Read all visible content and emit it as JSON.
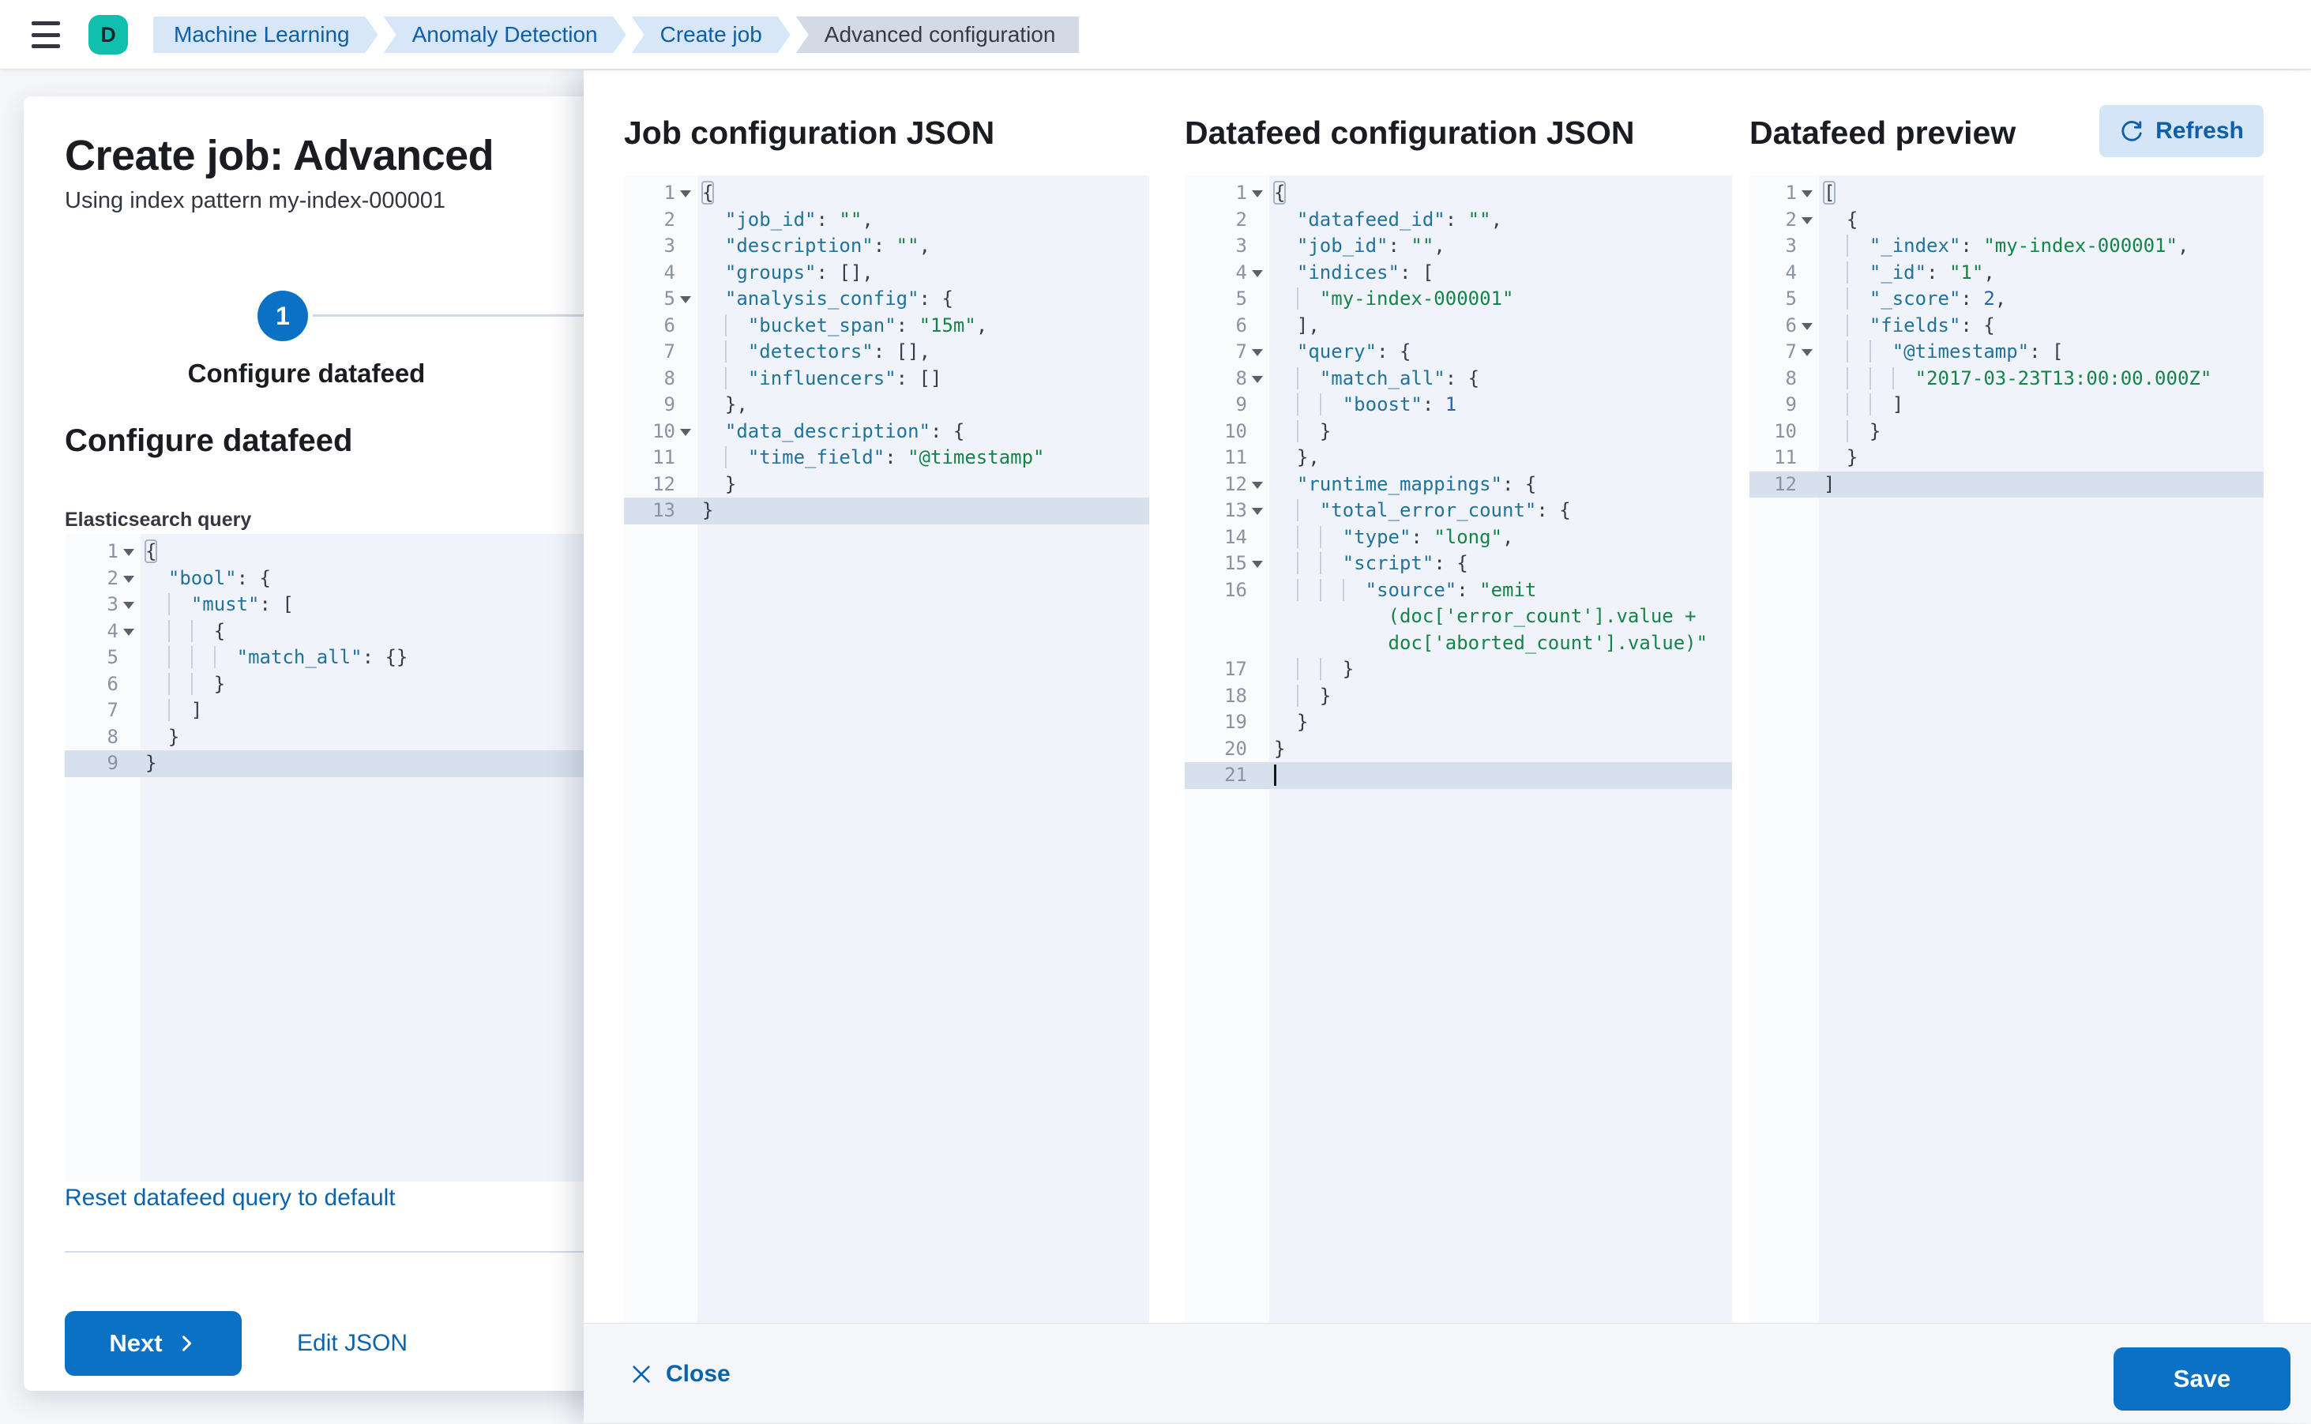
{
  "topbar": {
    "avatar": "D",
    "breadcrumbs": [
      {
        "label": "Machine Learning"
      },
      {
        "label": "Anomaly Detection"
      },
      {
        "label": "Create job"
      },
      {
        "label": "Advanced configuration"
      }
    ]
  },
  "wizard": {
    "title": "Create job: Advanced",
    "subtitle": "Using index pattern my-index-000001",
    "step": {
      "number": "1",
      "label": "Configure datafeed"
    },
    "section_heading": "Configure datafeed",
    "query_label": "Elasticsearch query",
    "reset_link": "Reset datafeed query to default",
    "next_label": "Next",
    "edit_json_label": "Edit JSON"
  },
  "flyout": {
    "panel1_title": "Job configuration JSON",
    "panel2_title": "Datafeed configuration JSON",
    "panel3_title": "Datafeed preview",
    "refresh_label": "Refresh",
    "close_label": "Close",
    "save_label": "Save"
  },
  "colors": {
    "primary": "#0b71c4",
    "link": "#0a64ad",
    "string_token": "#148449",
    "key_token": "#20739c",
    "avatar": "#10bfae"
  },
  "editors": {
    "es_query": {
      "active": 9,
      "lines": [
        [
          1,
          1,
          [
            [
              "b",
              "{"
            ]
          ]
        ],
        [
          2,
          1,
          [
            [
              "i",
              "  "
            ],
            [
              "k",
              "\"bool\""
            ],
            [
              "p",
              ": {"
            ]
          ]
        ],
        [
          3,
          1,
          [
            [
              "i",
              "  "
            ],
            [
              "g",
              "  "
            ],
            [
              "k",
              "\"must\""
            ],
            [
              "p",
              ": ["
            ]
          ]
        ],
        [
          4,
          1,
          [
            [
              "i",
              "  "
            ],
            [
              "g",
              "  "
            ],
            [
              "g",
              "  "
            ],
            [
              "p",
              "{"
            ]
          ]
        ],
        [
          5,
          0,
          [
            [
              "i",
              "  "
            ],
            [
              "g",
              "  "
            ],
            [
              "g",
              "  "
            ],
            [
              "g",
              "  "
            ],
            [
              "k",
              "\"match_all\""
            ],
            [
              "p",
              ": {}"
            ]
          ]
        ],
        [
          6,
          0,
          [
            [
              "i",
              "  "
            ],
            [
              "g",
              "  "
            ],
            [
              "g",
              "  "
            ],
            [
              "p",
              "}"
            ]
          ]
        ],
        [
          7,
          0,
          [
            [
              "i",
              "  "
            ],
            [
              "g",
              "  "
            ],
            [
              "p",
              "]"
            ]
          ]
        ],
        [
          8,
          0,
          [
            [
              "i",
              "  "
            ],
            [
              "p",
              "}"
            ]
          ]
        ],
        [
          9,
          0,
          [
            [
              "p",
              "}"
            ]
          ]
        ]
      ]
    },
    "job_config": {
      "active": 13,
      "lines": [
        [
          1,
          1,
          [
            [
              "b",
              "{"
            ]
          ]
        ],
        [
          2,
          0,
          [
            [
              "i",
              "  "
            ],
            [
              "k",
              "\"job_id\""
            ],
            [
              "p",
              ": "
            ],
            [
              "s",
              "\"\""
            ],
            [
              "p",
              ","
            ]
          ]
        ],
        [
          3,
          0,
          [
            [
              "i",
              "  "
            ],
            [
              "k",
              "\"description\""
            ],
            [
              "p",
              ": "
            ],
            [
              "s",
              "\"\""
            ],
            [
              "p",
              ","
            ]
          ]
        ],
        [
          4,
          0,
          [
            [
              "i",
              "  "
            ],
            [
              "k",
              "\"groups\""
            ],
            [
              "p",
              ": [],"
            ]
          ]
        ],
        [
          5,
          1,
          [
            [
              "i",
              "  "
            ],
            [
              "k",
              "\"analysis_config\""
            ],
            [
              "p",
              ": {"
            ]
          ]
        ],
        [
          6,
          0,
          [
            [
              "i",
              "  "
            ],
            [
              "g",
              "  "
            ],
            [
              "k",
              "\"bucket_span\""
            ],
            [
              "p",
              ": "
            ],
            [
              "s",
              "\"15m\""
            ],
            [
              "p",
              ","
            ]
          ]
        ],
        [
          7,
          0,
          [
            [
              "i",
              "  "
            ],
            [
              "g",
              "  "
            ],
            [
              "k",
              "\"detectors\""
            ],
            [
              "p",
              ": [],"
            ]
          ]
        ],
        [
          8,
          0,
          [
            [
              "i",
              "  "
            ],
            [
              "g",
              "  "
            ],
            [
              "k",
              "\"influencers\""
            ],
            [
              "p",
              ": []"
            ]
          ]
        ],
        [
          9,
          0,
          [
            [
              "i",
              "  "
            ],
            [
              "p",
              "},"
            ]
          ]
        ],
        [
          10,
          1,
          [
            [
              "i",
              "  "
            ],
            [
              "k",
              "\"data_description\""
            ],
            [
              "p",
              ": {"
            ]
          ]
        ],
        [
          11,
          0,
          [
            [
              "i",
              "  "
            ],
            [
              "g",
              "  "
            ],
            [
              "k",
              "\"time_field\""
            ],
            [
              "p",
              ": "
            ],
            [
              "s",
              "\"@timestamp\""
            ]
          ]
        ],
        [
          12,
          0,
          [
            [
              "i",
              "  "
            ],
            [
              "p",
              "}"
            ]
          ]
        ],
        [
          13,
          0,
          [
            [
              "p",
              "}"
            ]
          ]
        ]
      ]
    },
    "datafeed_config": {
      "active": 21,
      "lines": [
        [
          1,
          1,
          [
            [
              "b",
              "{"
            ]
          ]
        ],
        [
          2,
          0,
          [
            [
              "i",
              "  "
            ],
            [
              "k",
              "\"datafeed_id\""
            ],
            [
              "p",
              ": "
            ],
            [
              "s",
              "\"\""
            ],
            [
              "p",
              ","
            ]
          ]
        ],
        [
          3,
          0,
          [
            [
              "i",
              "  "
            ],
            [
              "k",
              "\"job_id\""
            ],
            [
              "p",
              ": "
            ],
            [
              "s",
              "\"\""
            ],
            [
              "p",
              ","
            ]
          ]
        ],
        [
          4,
          1,
          [
            [
              "i",
              "  "
            ],
            [
              "k",
              "\"indices\""
            ],
            [
              "p",
              ": ["
            ]
          ]
        ],
        [
          5,
          0,
          [
            [
              "i",
              "  "
            ],
            [
              "g",
              "  "
            ],
            [
              "s",
              "\"my-index-000001\""
            ]
          ]
        ],
        [
          6,
          0,
          [
            [
              "i",
              "  "
            ],
            [
              "p",
              "],"
            ]
          ]
        ],
        [
          7,
          1,
          [
            [
              "i",
              "  "
            ],
            [
              "k",
              "\"query\""
            ],
            [
              "p",
              ": {"
            ]
          ]
        ],
        [
          8,
          1,
          [
            [
              "i",
              "  "
            ],
            [
              "g",
              "  "
            ],
            [
              "k",
              "\"match_all\""
            ],
            [
              "p",
              ": {"
            ]
          ]
        ],
        [
          9,
          0,
          [
            [
              "i",
              "  "
            ],
            [
              "g",
              "  "
            ],
            [
              "g",
              "  "
            ],
            [
              "k",
              "\"boost\""
            ],
            [
              "p",
              ": "
            ],
            [
              "n",
              "1"
            ]
          ]
        ],
        [
          10,
          0,
          [
            [
              "i",
              "  "
            ],
            [
              "g",
              "  "
            ],
            [
              "p",
              "}"
            ]
          ]
        ],
        [
          11,
          0,
          [
            [
              "i",
              "  "
            ],
            [
              "p",
              "},"
            ]
          ]
        ],
        [
          12,
          1,
          [
            [
              "i",
              "  "
            ],
            [
              "k",
              "\"runtime_mappings\""
            ],
            [
              "p",
              ": {"
            ]
          ]
        ],
        [
          13,
          1,
          [
            [
              "i",
              "  "
            ],
            [
              "g",
              "  "
            ],
            [
              "k",
              "\"total_error_count\""
            ],
            [
              "p",
              ": {"
            ]
          ]
        ],
        [
          14,
          0,
          [
            [
              "i",
              "  "
            ],
            [
              "g",
              "  "
            ],
            [
              "g",
              "  "
            ],
            [
              "k",
              "\"type\""
            ],
            [
              "p",
              ": "
            ],
            [
              "s",
              "\"long\""
            ],
            [
              "p",
              ","
            ]
          ]
        ],
        [
          15,
          1,
          [
            [
              "i",
              "  "
            ],
            [
              "g",
              "  "
            ],
            [
              "g",
              "  "
            ],
            [
              "k",
              "\"script\""
            ],
            [
              "p",
              ": {"
            ]
          ]
        ],
        [
          16,
          0,
          [
            [
              "i",
              "  "
            ],
            [
              "g",
              "  "
            ],
            [
              "g",
              "  "
            ],
            [
              "g",
              "  "
            ],
            [
              "k",
              "\"source\""
            ],
            [
              "p",
              ": "
            ],
            [
              "s",
              "\"emit\n          (doc['error_count'].value +\n          doc['aborted_count'].value)\""
            ]
          ]
        ],
        [
          17,
          0,
          [
            [
              "i",
              "  "
            ],
            [
              "g",
              "  "
            ],
            [
              "g",
              "  "
            ],
            [
              "p",
              "}"
            ]
          ]
        ],
        [
          18,
          0,
          [
            [
              "i",
              "  "
            ],
            [
              "g",
              "  "
            ],
            [
              "p",
              "}"
            ]
          ]
        ],
        [
          19,
          0,
          [
            [
              "i",
              "  "
            ],
            [
              "p",
              "}"
            ]
          ]
        ],
        [
          20,
          0,
          [
            [
              "p",
              "}"
            ]
          ]
        ],
        [
          21,
          0,
          [
            [
              "c",
              ""
            ]
          ]
        ]
      ]
    },
    "preview": {
      "active": 12,
      "lines": [
        [
          1,
          1,
          [
            [
              "b",
              "["
            ]
          ]
        ],
        [
          2,
          1,
          [
            [
              "i",
              "  "
            ],
            [
              "p",
              "{"
            ]
          ]
        ],
        [
          3,
          0,
          [
            [
              "i",
              "  "
            ],
            [
              "g",
              "  "
            ],
            [
              "k",
              "\"_index\""
            ],
            [
              "p",
              ": "
            ],
            [
              "s",
              "\"my-index-000001\""
            ],
            [
              "p",
              ","
            ]
          ]
        ],
        [
          4,
          0,
          [
            [
              "i",
              "  "
            ],
            [
              "g",
              "  "
            ],
            [
              "k",
              "\"_id\""
            ],
            [
              "p",
              ": "
            ],
            [
              "s",
              "\"1\""
            ],
            [
              "p",
              ","
            ]
          ]
        ],
        [
          5,
          0,
          [
            [
              "i",
              "  "
            ],
            [
              "g",
              "  "
            ],
            [
              "k",
              "\"_score\""
            ],
            [
              "p",
              ": "
            ],
            [
              "n",
              "2"
            ],
            [
              "p",
              ","
            ]
          ]
        ],
        [
          6,
          1,
          [
            [
              "i",
              "  "
            ],
            [
              "g",
              "  "
            ],
            [
              "k",
              "\"fields\""
            ],
            [
              "p",
              ": {"
            ]
          ]
        ],
        [
          7,
          1,
          [
            [
              "i",
              "  "
            ],
            [
              "g",
              "  "
            ],
            [
              "g",
              "  "
            ],
            [
              "k",
              "\"@timestamp\""
            ],
            [
              "p",
              ": ["
            ]
          ]
        ],
        [
          8,
          0,
          [
            [
              "i",
              "  "
            ],
            [
              "g",
              "  "
            ],
            [
              "g",
              "  "
            ],
            [
              "g",
              "  "
            ],
            [
              "s",
              "\"2017-03-23T13:00:00.000Z\""
            ]
          ]
        ],
        [
          9,
          0,
          [
            [
              "i",
              "  "
            ],
            [
              "g",
              "  "
            ],
            [
              "g",
              "  "
            ],
            [
              "p",
              "]"
            ]
          ]
        ],
        [
          10,
          0,
          [
            [
              "i",
              "  "
            ],
            [
              "g",
              "  "
            ],
            [
              "p",
              "}"
            ]
          ]
        ],
        [
          11,
          0,
          [
            [
              "i",
              "  "
            ],
            [
              "p",
              "}"
            ]
          ]
        ],
        [
          12,
          0,
          [
            [
              "p",
              "]"
            ]
          ]
        ]
      ]
    }
  }
}
